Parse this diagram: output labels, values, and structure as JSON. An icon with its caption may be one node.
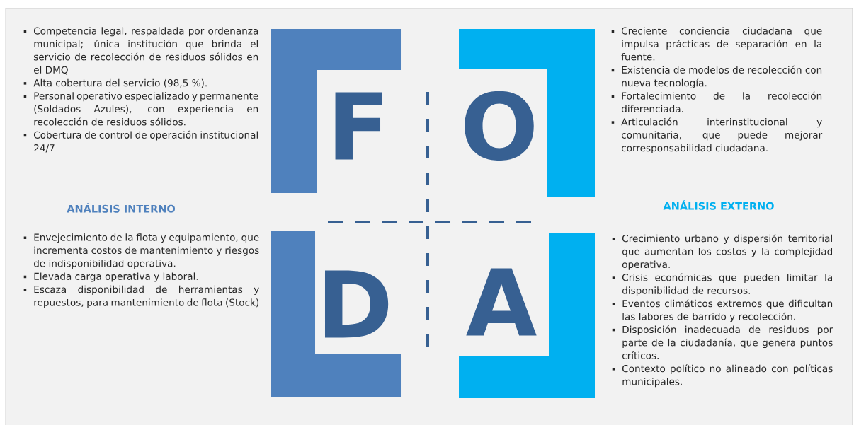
{
  "diagram": {
    "nodes": [
      {
        "text": [
          "F"
        ]
      },
      {
        "text": [
          "O"
        ]
      },
      {
        "text": [
          "D"
        ]
      },
      {
        "text": [
          "A"
        ]
      }
    ],
    "labels": [
      "Competencia legal, respaldada por ordenanza municipal; única institución que brinda el servicio de recolección de residuos sólidos en el DMQ",
      "Alta cobertura del servicio (98,5 %).",
      "Personal operativo especializado y permanente (Soldados Azules), con experiencia en recolección de residuos sólidos.",
      "Cobertura de control de operación institucional 24/7",
      "Creciente conciencia ciudadana que impulsa prácticas de separación en la fuente.",
      "Existencia de modelos de recolección con nueva tecnología.",
      "Fortalecimiento de la recolección diferenciada.",
      "Articulación interinstitucional y comunitaria, que puede mejorar corresponsabilidad ciudadana.",
      "ANÁLISIS INTERNO",
      "ANÁLISIS EXTERNO",
      "Envejecimiento de la flota y equipamiento, que incrementa costos de mantenimiento y riesgos de indisponibilidad operativa.",
      "Elevada carga operativa y laboral.",
      "Escaza disponibilidad de herramientas y repuestos, para mantenimiento de flota (Stock)",
      "Crecimiento urbano y dispersión territorial que aumentan los costos y la complejidad operativa.",
      "Crisis económicas que pueden limitar la disponibilidad de recursos.",
      "Eventos climáticos extremos que dificultan las labores de barrido y recolección.",
      "Disposición inadecuada de residuos por parte de la ciudadanía, que genera puntos críticos.",
      "Contexto político no alineado con políticas municipales."
    ]
  }
}
